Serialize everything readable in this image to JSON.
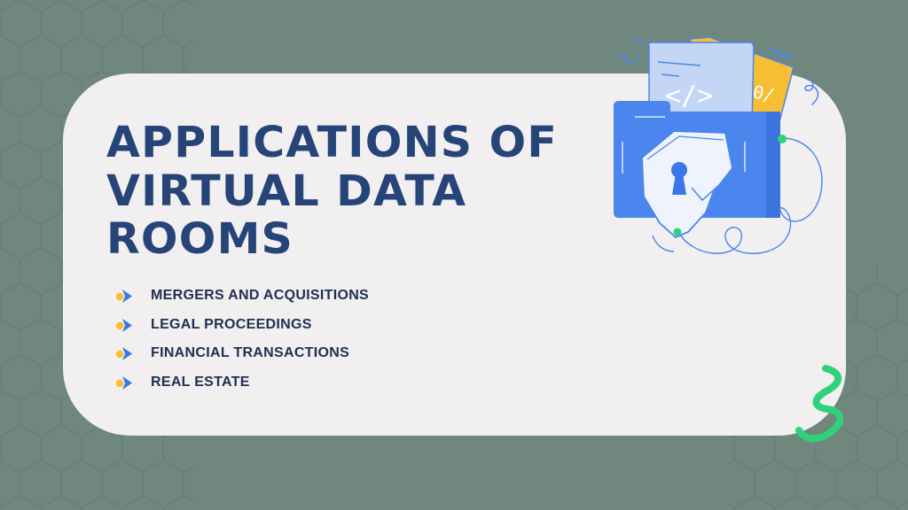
{
  "title": {
    "lines": [
      "APPLICATIONS OF",
      "VIRTUAL DATA",
      "ROOMS"
    ]
  },
  "list": {
    "items": [
      {
        "label": "MERGERS AND ACQUISITIONS",
        "icon": "bullet-arrow-icon"
      },
      {
        "label": "LEGAL PROCEEDINGS",
        "icon": "bullet-arrow-icon"
      },
      {
        "label": "FINANCIAL TRANSACTIONS",
        "icon": "bullet-arrow-icon"
      },
      {
        "label": "REAL ESTATE",
        "icon": "bullet-arrow-icon"
      }
    ]
  },
  "illustration": {
    "name": "secure-folder-illustration",
    "code_glyph": "</>",
    "binary_glyph": "0/"
  },
  "colors": {
    "background": "#6f877c",
    "card": "#f1eff0",
    "title": "#264478",
    "list_text": "#1f2f50",
    "bullet_dot": "#f7bf2f",
    "bullet_arrow": "#3b76e8",
    "folder_blue": "#4a86ee",
    "doc_light_blue": "#c3d6f6",
    "doc_yellow": "#f7bd33",
    "accent_green": "#2fd27a"
  }
}
